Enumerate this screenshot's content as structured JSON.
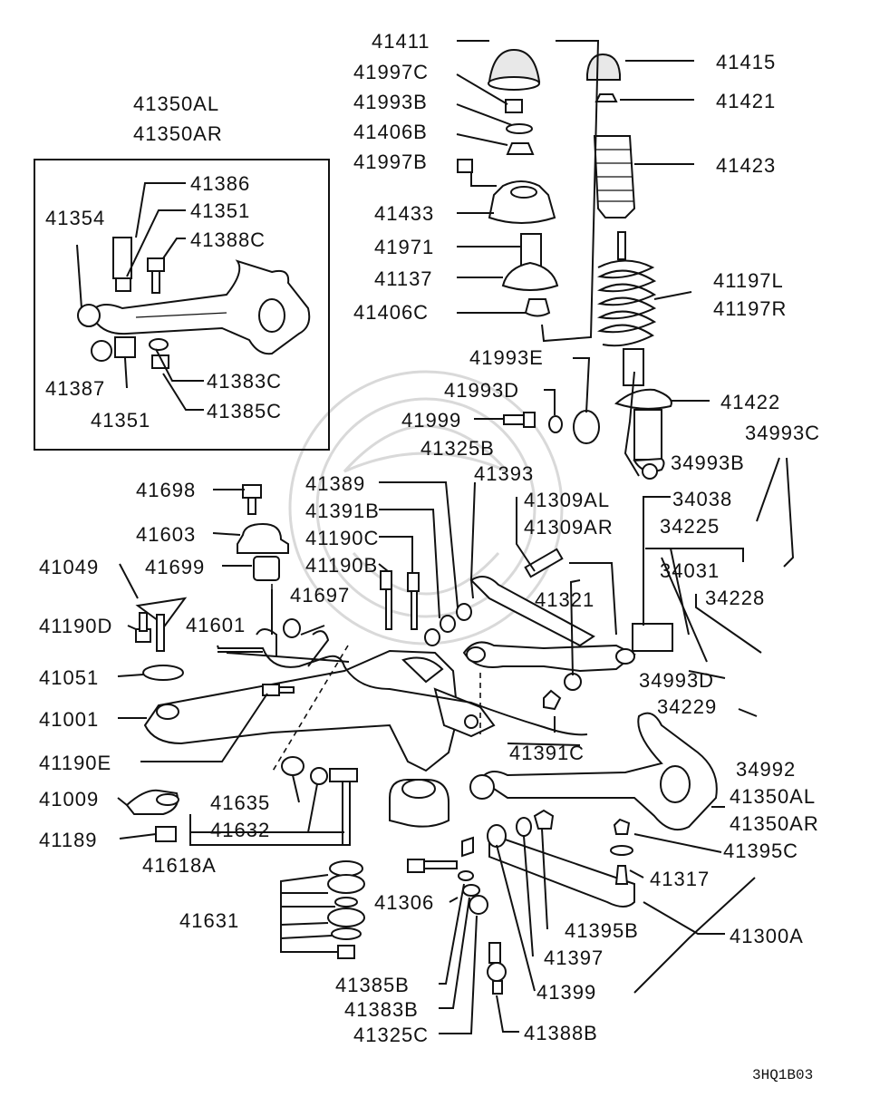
{
  "diagram": {
    "code": "3HQ1B03",
    "labels": {
      "l41411": "41411",
      "l41997C": "41997C",
      "l41993B": "41993B",
      "l41406B": "41406B",
      "l41997B": "41997B",
      "l41433": "41433",
      "l41971": "41971",
      "l41137": "41137",
      "l41406C": "41406C",
      "l41993E": "41993E",
      "l41993D": "41993D",
      "l41999": "41999",
      "l41325B": "41325B",
      "l41415": "41415",
      "l41421": "41421",
      "l41423": "41423",
      "l41197L": "41197L",
      "l41197R": "41197R",
      "l41422": "41422",
      "l34993C": "34993C",
      "l34993B": "34993B",
      "l41350AL_top": "41350AL",
      "l41350AR_top": "41350AR",
      "l41386": "41386",
      "l41351_a": "41351",
      "l41354": "41354",
      "l41388C": "41388C",
      "l41387": "41387",
      "l41383C": "41383C",
      "l41351_b": "41351",
      "l41385C": "41385C",
      "l41698": "41698",
      "l41603": "41603",
      "l41049": "41049",
      "l41699": "41699",
      "l41190D": "41190D",
      "l41051": "41051",
      "l41001": "41001",
      "l41190E": "41190E",
      "l41009": "41009",
      "l41189": "41189",
      "l41618A": "41618A",
      "l41631": "41631",
      "l41389": "41389",
      "l41391B": "41391B",
      "l41190C": "41190C",
      "l41190B": "41190B",
      "l41697": "41697",
      "l41601": "41601",
      "l41393": "41393",
      "l41309AL": "41309AL",
      "l41309AR": "41309AR",
      "l41321": "41321",
      "l34038": "34038",
      "l34225": "34225",
      "l34031": "34031",
      "l34228": "34228",
      "l34993D": "34993D",
      "l34229": "34229",
      "l34992": "34992",
      "l41391C": "41391C",
      "l41350AL_bot": "41350AL",
      "l41350AR_bot": "41350AR",
      "l41635": "41635",
      "l41632": "41632",
      "l41395C": "41395C",
      "l41317": "41317",
      "l41306": "41306",
      "l41395B": "41395B",
      "l41300A": "41300A",
      "l41397": "41397",
      "l41385B": "41385B",
      "l41399": "41399",
      "l41383B": "41383B",
      "l41325C": "41325C",
      "l41388B": "41388B"
    }
  }
}
